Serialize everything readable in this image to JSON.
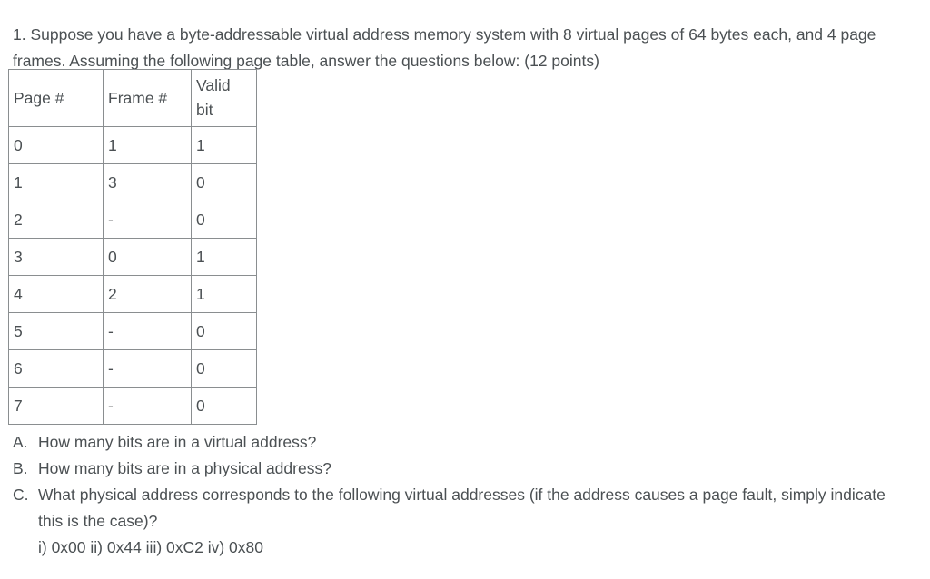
{
  "document": {
    "question_number": "1.",
    "intro": "1. Suppose you have a byte-addressable virtual address memory system with 8 virtual pages of 64 bytes each, and 4 page frames. Assuming the following page table, answer the questions below:  (12 points)",
    "page_table": {
      "headers": [
        "Page #",
        "Frame #",
        "Valid bit"
      ],
      "header_valid_line1": "Valid",
      "header_valid_line2": "bit",
      "rows": [
        {
          "page": "0",
          "frame": "1",
          "valid": "1"
        },
        {
          "page": "1",
          "frame": "3",
          "valid": "0"
        },
        {
          "page": "2",
          "frame": "-",
          "valid": "0"
        },
        {
          "page": "3",
          "frame": "0",
          "valid": "1"
        },
        {
          "page": "4",
          "frame": "2",
          "valid": "1"
        },
        {
          "page": "5",
          "frame": "-",
          "valid": "0"
        },
        {
          "page": "6",
          "frame": "-",
          "valid": "0"
        },
        {
          "page": "7",
          "frame": "-",
          "valid": "0"
        }
      ]
    },
    "questions": [
      {
        "marker": "A.",
        "text": "How many bits are in a virtual address?",
        "subline": ""
      },
      {
        "marker": "B.",
        "text": "How many bits are in a physical address?",
        "subline": ""
      },
      {
        "marker": "C.",
        "text": "What physical address corresponds to the following virtual addresses (if the address causes a page fault, simply indicate this is the case)?",
        "subline": "i) 0x00 ii) 0x44 iii) 0xC2 iv) 0x80"
      }
    ],
    "colors": {
      "text": "#4b5053",
      "border": "#8a8e90",
      "background": "#ffffff"
    }
  }
}
